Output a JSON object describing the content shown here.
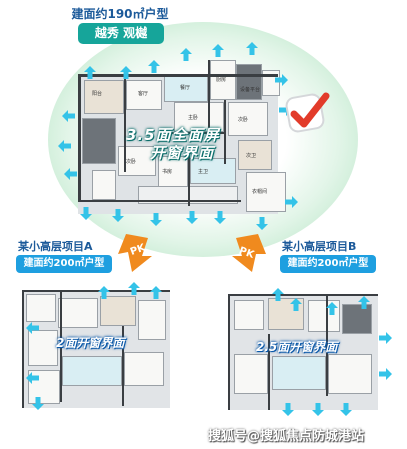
{
  "top": {
    "title": "建面约190㎡户型",
    "badge": "越秀 观樾",
    "headline_line1": "3.5面全面屏",
    "headline_line2": "开窗界面",
    "room_labels": [
      "阳台",
      "客厅",
      "餐厅",
      "厨房",
      "主卧",
      "次卧",
      "次卧",
      "书房",
      "主卫",
      "次卫",
      "衣帽间",
      "设备平台"
    ]
  },
  "compare_left": {
    "title": "某小高层项目A",
    "badge": "建面约200㎡户型",
    "headline": "2面开窗界面"
  },
  "compare_right": {
    "title": "某小高层项目B",
    "badge": "建面约200㎡户型",
    "headline": "2.5面开窗界面"
  },
  "pk_label": "PK",
  "watermark": "搜狐号@搜狐焦点防城港站",
  "colors": {
    "brand_teal": "#16a59a",
    "title_blue": "#1c5a9a",
    "badge_blue": "#1e9fe0",
    "arrow_cyan": "#34c3e8",
    "pk_orange": "#f08a1e",
    "check_red": "#e23b2a"
  },
  "icons": [
    "window-arrow-icon",
    "pk-arrow-icon",
    "check-mark-icon"
  ]
}
